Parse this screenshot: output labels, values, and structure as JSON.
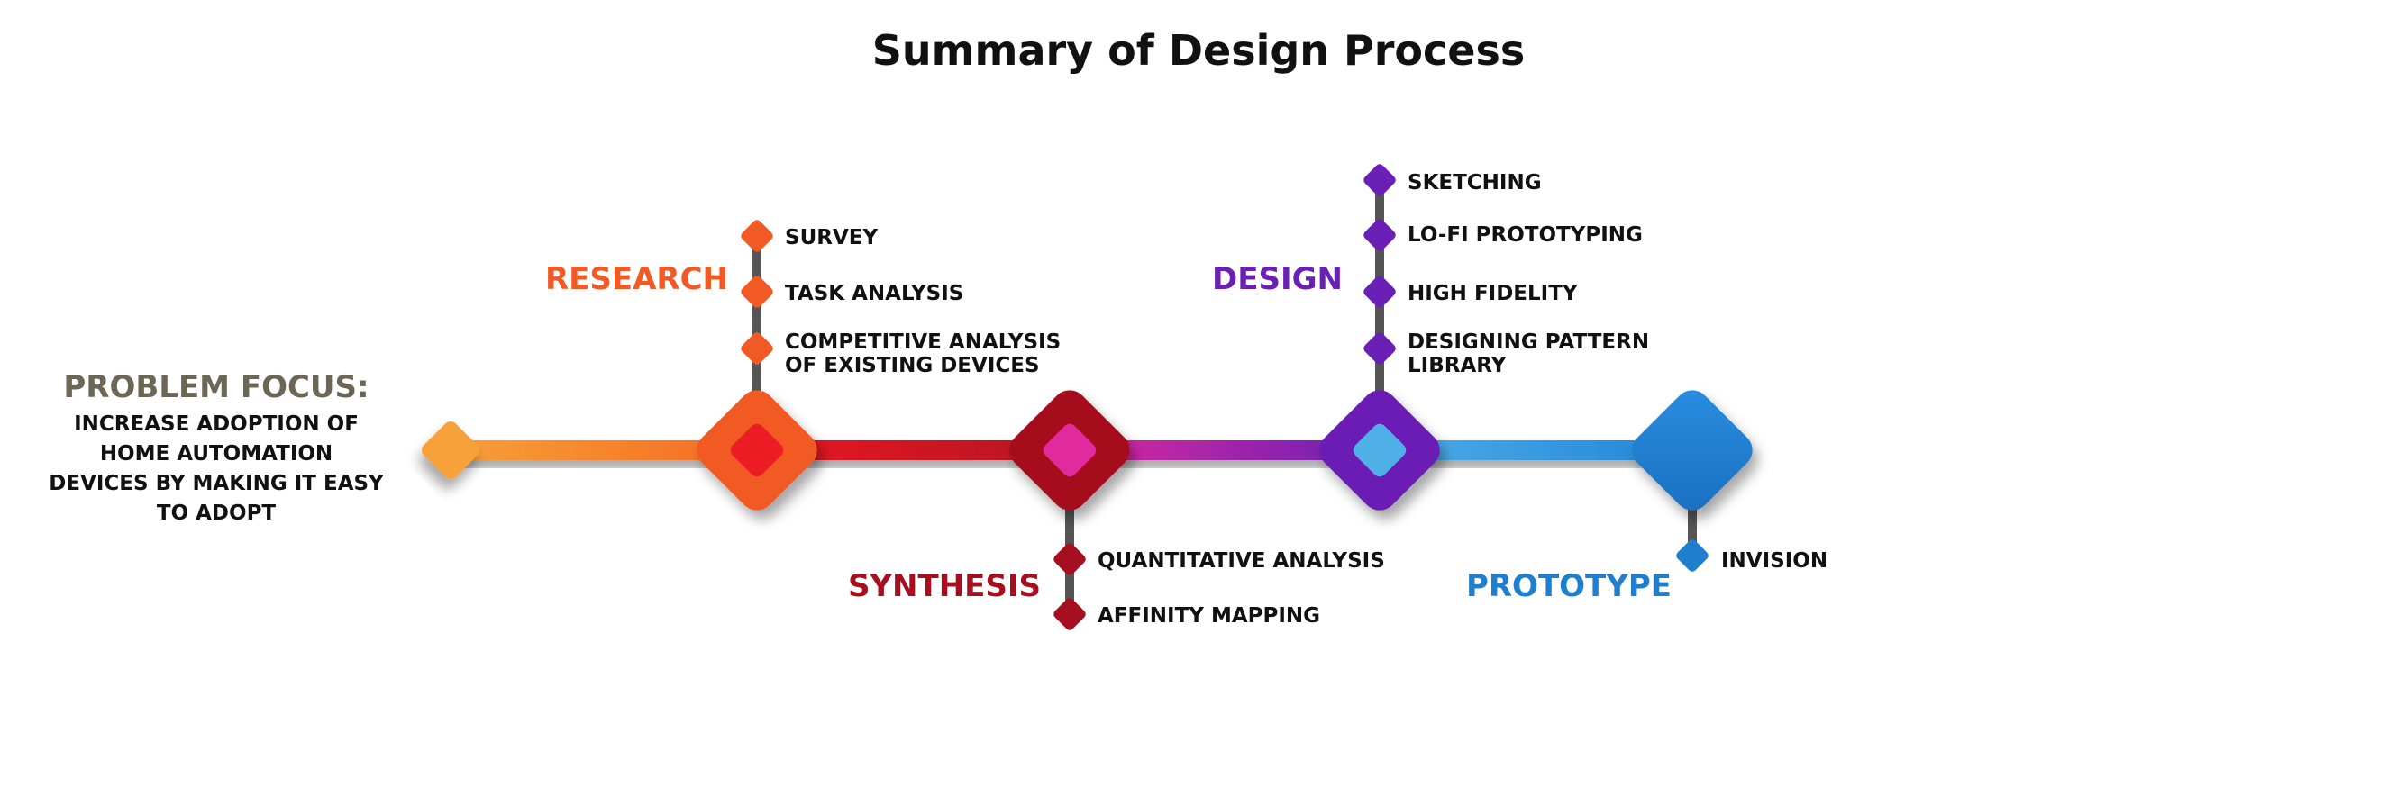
{
  "title": "Summary of Design Process",
  "problem": {
    "heading": "PROBLEM FOCUS:",
    "lines": [
      "INCREASE ADOPTION OF",
      "HOME AUTOMATION",
      "DEVICES BY MAKING IT EASY",
      "TO ADOPT"
    ]
  },
  "phases": [
    {
      "name": "RESEARCH",
      "color": "#f15a24",
      "items": [
        [
          "SURVEY"
        ],
        [
          "TASK ANALYSIS"
        ],
        [
          "COMPETITIVE ANALYSIS",
          "OF EXISTING DEVICES"
        ]
      ]
    },
    {
      "name": "SYNTHESIS",
      "color": "#a50f1f",
      "items": [
        [
          "QUANTITATIVE ANALYSIS"
        ],
        [
          "AFFINITY MAPPING"
        ]
      ]
    },
    {
      "name": "DESIGN",
      "color": "#6a1fb5",
      "items": [
        [
          "SKETCHING"
        ],
        [
          "LO-FI PROTOTYPING"
        ],
        [
          "HIGH FIDELITY"
        ],
        [
          "DESIGNING PATTERN",
          "LIBRARY"
        ]
      ]
    },
    {
      "name": "PROTOTYPE",
      "color": "#1f7fcf",
      "items": [
        [
          "INVISION"
        ]
      ]
    }
  ],
  "colors": {
    "start_node": "#f7a13a",
    "stem": "#555555",
    "research_inner": "#ee1c24",
    "synthesis_inner": "#e02a9e",
    "design_inner": "#4fb0e8"
  }
}
